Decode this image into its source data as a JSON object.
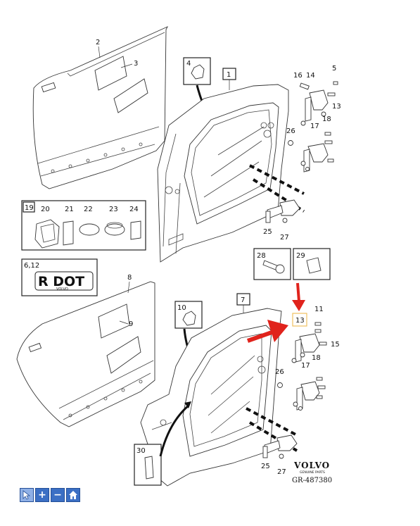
{
  "labels": {
    "n1": "1",
    "n2": "2",
    "n3": "3",
    "n4": "4",
    "n5": "5",
    "n6_12": "6,12",
    "n7": "7",
    "n8": "8",
    "n9": "9",
    "n10": "10",
    "n11": "11",
    "n13a": "13",
    "n13b": "13",
    "n14": "14",
    "n15": "15",
    "n16": "16",
    "n17a": "17",
    "n17b": "17",
    "n18a": "18",
    "n18b": "18",
    "n19": "19",
    "n20": "20",
    "n21": "21",
    "n22": "22",
    "n23": "23",
    "n24": "24",
    "n25a": "25",
    "n25b": "25",
    "n26a": "26",
    "n26b": "26",
    "n27a": "27",
    "n27b": "27",
    "n28": "28",
    "n29": "29",
    "n30": "30"
  },
  "badge": {
    "text": "R DOT",
    "sub": "VOLVO"
  },
  "brand": {
    "name": "VOLVO",
    "tagline": "GENUINE PARTS",
    "ref": "GR-487380"
  },
  "colors": {
    "arrow": "#e0231c",
    "highlight": "#f0c060",
    "toolbar": "#3b6fc4"
  },
  "toolbar": [
    {
      "icon": "cursor-icon",
      "label": ""
    },
    {
      "icon": "zoom-in-icon",
      "label": "+"
    },
    {
      "icon": "zoom-out-icon",
      "label": "−"
    },
    {
      "icon": "home-icon",
      "label": ""
    }
  ]
}
